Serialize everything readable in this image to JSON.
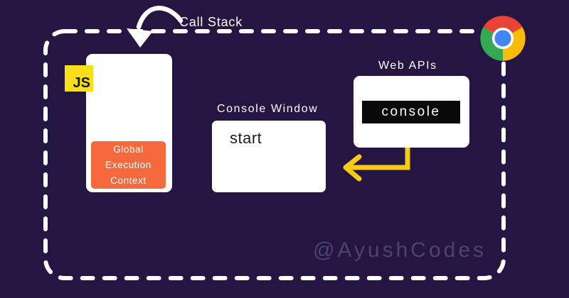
{
  "colors": {
    "background": "#241543",
    "border": "#ffffff",
    "js_badge_yellow": "#f7df1e",
    "context_orange": "#f5693d",
    "arrow_yellow": "#f7cb15",
    "console_chip_black": "#0a0a0a",
    "watermark_purple": "#4c4370",
    "chrome_red": "#ea4335",
    "chrome_yellow": "#fbbc05",
    "chrome_green": "#34a853",
    "chrome_blue": "#4285f4"
  },
  "call_stack": {
    "title": "Call Stack",
    "js_badge": "JS",
    "frame": "Global Execution Context"
  },
  "console_window": {
    "title": "Console Window",
    "output": "start"
  },
  "web_apis": {
    "title": "Web APIs",
    "api": "console"
  },
  "watermark": "@AyushCodes",
  "icons": {
    "chrome": "chrome-browser-icon",
    "call_stack_arrow": "curved-arrow-down-icon",
    "webapi_arrow": "elbow-arrow-left-icon"
  }
}
